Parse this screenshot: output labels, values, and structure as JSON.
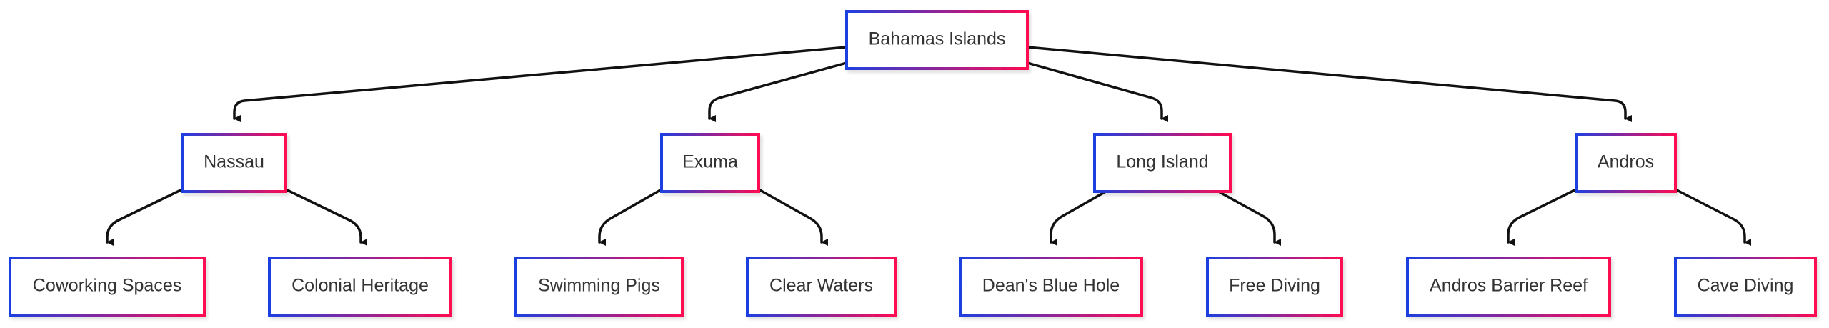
{
  "diagram": {
    "type": "tree",
    "direction": "top-down",
    "colors": {
      "border_start": "#1e3fe0",
      "border_end": "#ff0a52",
      "edge": "#111111",
      "text": "#333333",
      "background": "#ffffff"
    },
    "root": {
      "id": "root",
      "label": "Bahamas Islands"
    },
    "children": [
      {
        "id": "nassau",
        "label": "Nassau",
        "children": [
          {
            "id": "coworking",
            "label": "Coworking Spaces"
          },
          {
            "id": "colonial",
            "label": "Colonial Heritage"
          }
        ]
      },
      {
        "id": "exuma",
        "label": "Exuma",
        "children": [
          {
            "id": "pigs",
            "label": "Swimming Pigs"
          },
          {
            "id": "waters",
            "label": "Clear Waters"
          }
        ]
      },
      {
        "id": "longisland",
        "label": "Long Island",
        "children": [
          {
            "id": "blue-hole",
            "label": "Dean's Blue Hole"
          },
          {
            "id": "free-diving",
            "label": "Free Diving"
          }
        ]
      },
      {
        "id": "andros",
        "label": "Andros",
        "children": [
          {
            "id": "reef",
            "label": "Andros Barrier Reef"
          },
          {
            "id": "cave-diving",
            "label": "Cave Diving"
          }
        ]
      }
    ]
  }
}
